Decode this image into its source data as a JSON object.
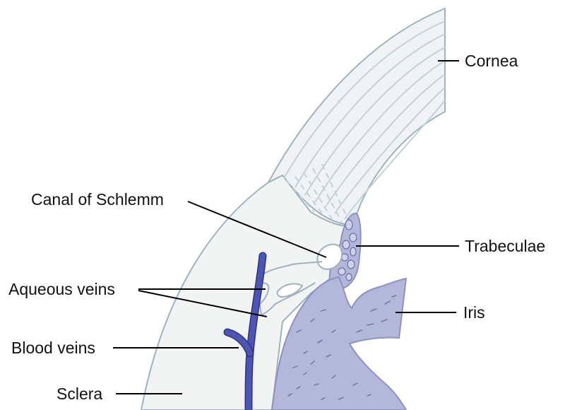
{
  "labels": {
    "cornea": "Cornea",
    "canal_of_schlemm": "Canal of Schlemm",
    "trabeculae": "Trabeculae",
    "aqueous_veins": "Aqueous veins",
    "iris": "Iris",
    "blood_veins": "Blood veins",
    "sclera": "Sclera"
  },
  "colors": {
    "tissue_fill": "#f2f3f3",
    "tissue_outline": "#9fb2bd",
    "lamella_line": "#c4d1d8",
    "iris_fill": "#b3b7d9",
    "iris_outline": "#8d92c2",
    "iris_texture": "#6a70a8",
    "vein": "#4d55b0",
    "vein_outline": "#2c3388",
    "canal": "#ffffff"
  }
}
